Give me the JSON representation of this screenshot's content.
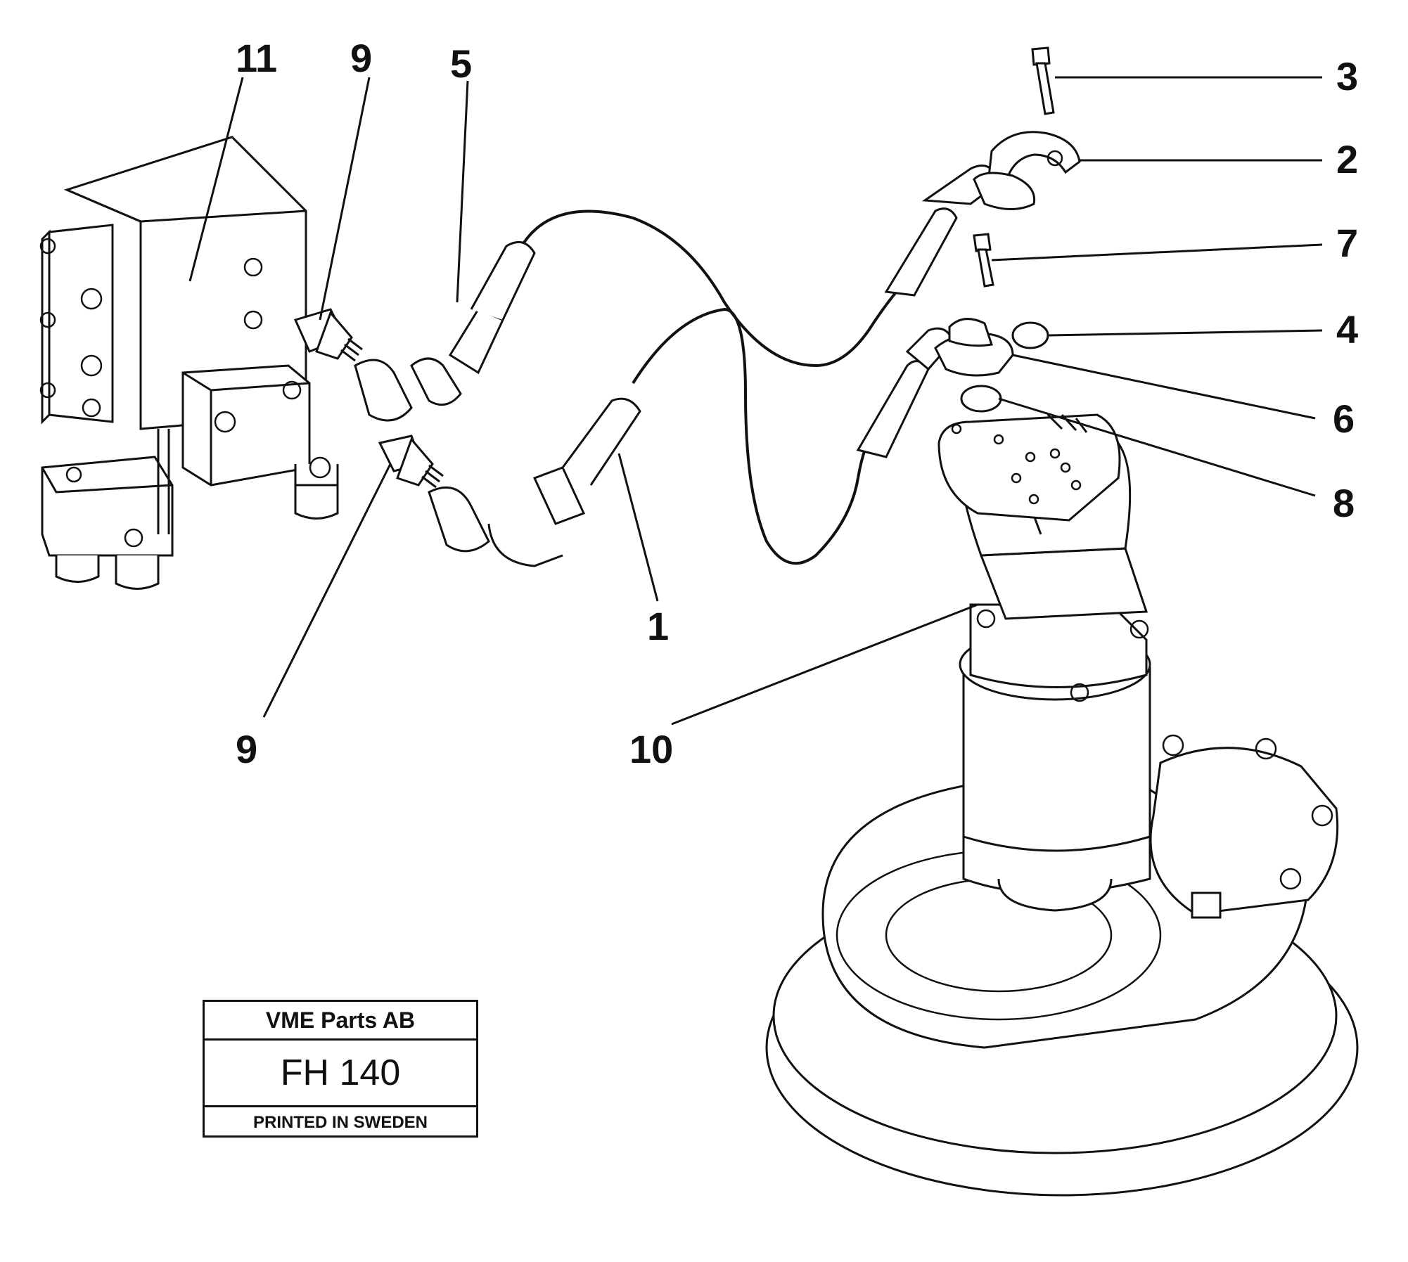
{
  "callouts": {
    "c11": "11",
    "c9a": "9",
    "c5": "5",
    "c3": "3",
    "c2": "2",
    "c7": "7",
    "c4": "4",
    "c6": "6",
    "c8": "8",
    "c1": "1",
    "c9b": "9",
    "c10": "10"
  },
  "title_block": {
    "company": "VME Parts AB",
    "model": "FH 140",
    "printed": "PRINTED IN SWEDEN"
  }
}
